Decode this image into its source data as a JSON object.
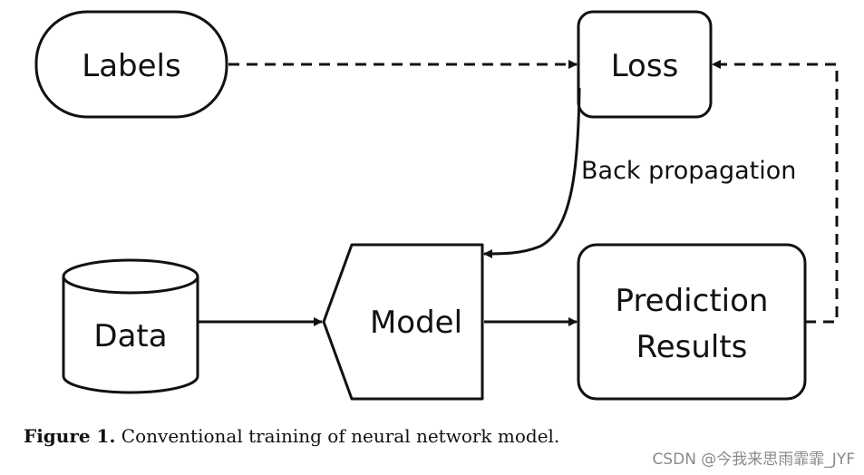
{
  "nodes": {
    "labels": "Labels",
    "loss": "Loss",
    "data": "Data",
    "model": "Model",
    "prediction_line1": "Prediction",
    "prediction_line2": "Results"
  },
  "edges": {
    "back_propagation": "Back propagation"
  },
  "caption": {
    "label": "Figure 1.",
    "text": " Conventional training of neural network model."
  },
  "watermark": "CSDN @今我来思雨霏霏_JYF"
}
